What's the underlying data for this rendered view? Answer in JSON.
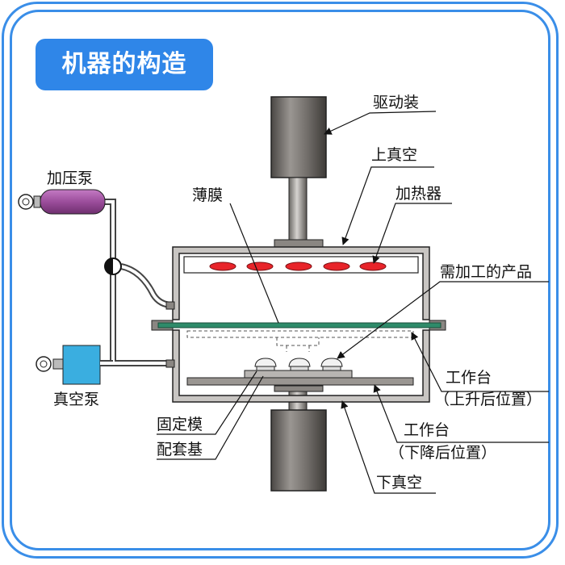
{
  "title": "机器的构造",
  "labels": {
    "drive": "驱动装",
    "upper_vacuum": "上真空",
    "heater": "加热器",
    "film": "薄膜",
    "pressure_pump": "加压泵",
    "product": "需加工的产品",
    "vacuum_pump": "真空泵",
    "table_up_line1": "工作台",
    "table_up_line2": "（上升后位置）",
    "fixed_mold": "固定模",
    "base": "配套基",
    "table_down_line1": "工作台",
    "table_down_line2": "（下降后位置）",
    "lower_vacuum": "下真空"
  },
  "colors": {
    "accent": "#2f86e8",
    "pump_purple": "#9b4d9b",
    "vacuum_box": "#3aaee0",
    "heater_red": "#e8242a",
    "film_green": "#2e8b6a",
    "cylinder_gray": "#6e6a66"
  }
}
